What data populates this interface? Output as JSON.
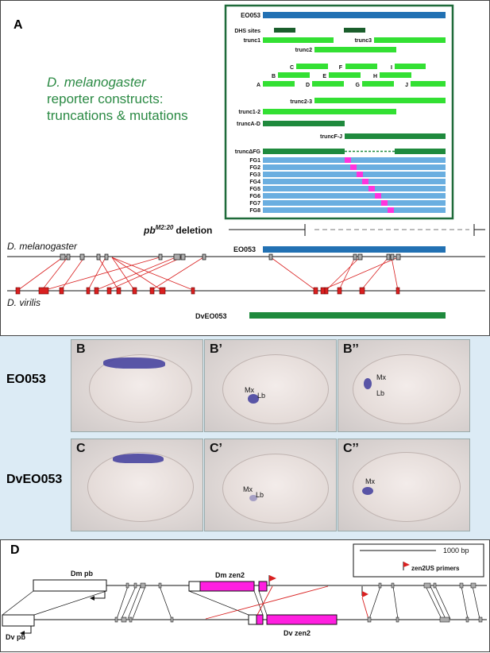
{
  "panelA": {
    "letter": "A",
    "title_species": "D. melanogaster",
    "title_rest": [
      "reporter constructs:",
      "truncations & mutations"
    ],
    "constructs": [
      {
        "label": "EO053"
      },
      {
        "label": "DHS sites"
      },
      {
        "label": "trunc1"
      },
      {
        "label": "trunc3"
      },
      {
        "label": "trunc2"
      },
      {
        "label": "C"
      },
      {
        "label": "F"
      },
      {
        "label": "I"
      },
      {
        "label": "B"
      },
      {
        "label": "E"
      },
      {
        "label": "H"
      },
      {
        "label": "A"
      },
      {
        "label": "D"
      },
      {
        "label": "G"
      },
      {
        "label": "J"
      },
      {
        "label": "trunc2-3"
      },
      {
        "label": "trunc1-2"
      },
      {
        "label": "truncA-D"
      },
      {
        "label": "truncF-J"
      },
      {
        "label": "truncΔFG"
      },
      {
        "label": "FG1"
      },
      {
        "label": "FG2"
      },
      {
        "label": "FG3"
      },
      {
        "label": "FG4"
      },
      {
        "label": "FG5"
      },
      {
        "label": "FG6"
      },
      {
        "label": "FG7"
      },
      {
        "label": "FG8"
      }
    ],
    "deletion_base": "pb",
    "deletion_sup": "M2:20",
    "deletion_word": "deletion",
    "dmel_label": "D. melanogaster",
    "dvir_label": "D. virilis",
    "eo053_label": "EO053",
    "dveo053_label": "DvEO053",
    "colors": {
      "blue": "#2271b3",
      "green_light": "#33e033",
      "green_dark": "#1f8a3d",
      "fg_blue": "#6aaee0",
      "magenta": "#ff33dd",
      "red": "#d92020"
    }
  },
  "panelBC": {
    "row1_label": "EO053",
    "row2_label": "DvEO053",
    "photos": [
      {
        "letter": "B",
        "annotations": []
      },
      {
        "letter": "B’",
        "annotations": [
          "Mx",
          "Lb"
        ]
      },
      {
        "letter": "B’’",
        "annotations": [
          "Mx",
          "Lb"
        ]
      },
      {
        "letter": "C",
        "annotations": []
      },
      {
        "letter": "C’",
        "annotations": [
          "Mx",
          "Lb"
        ]
      },
      {
        "letter": "C’’",
        "annotations": [
          "Mx"
        ]
      }
    ]
  },
  "panelD": {
    "letter": "D",
    "scale_label": "1000 bp",
    "primer_label": "zen2US primers",
    "dm_pb": "Dm pb",
    "dv_pb": "Dv pb",
    "dm_zen2": "Dm zen2",
    "dv_zen2": "Dv zen2"
  }
}
